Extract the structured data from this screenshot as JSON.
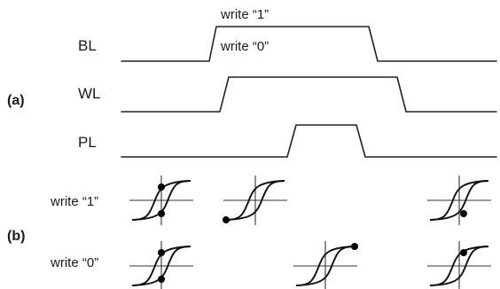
{
  "part_labels": {
    "a": "(a)",
    "b": "(b)"
  },
  "timing": {
    "signals": [
      {
        "label": "BL"
      },
      {
        "label": "WL"
      },
      {
        "label": "PL"
      }
    ],
    "bl_annotations": {
      "one": "write “1”",
      "zero": "write “0”"
    }
  },
  "hysteresis": {
    "rows": [
      {
        "label": "write “1”"
      },
      {
        "label": "write “0”"
      }
    ]
  }
}
